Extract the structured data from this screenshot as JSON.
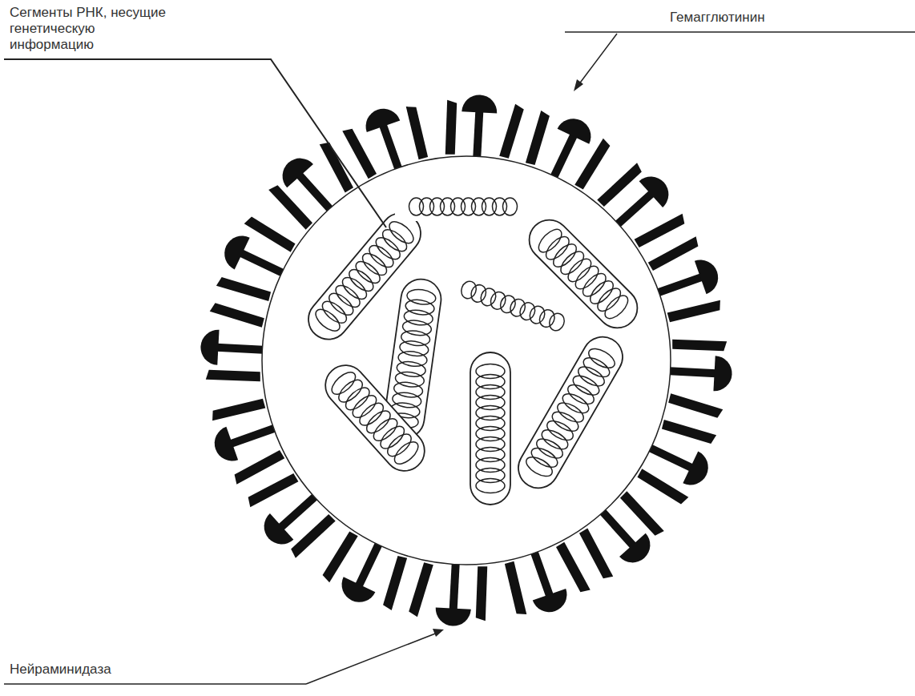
{
  "diagram": {
    "labels": [
      "Сегменты РНК, несущие генетическую информацию",
      "Гемагглютинин",
      "Нейраминидаза"
    ]
  }
}
